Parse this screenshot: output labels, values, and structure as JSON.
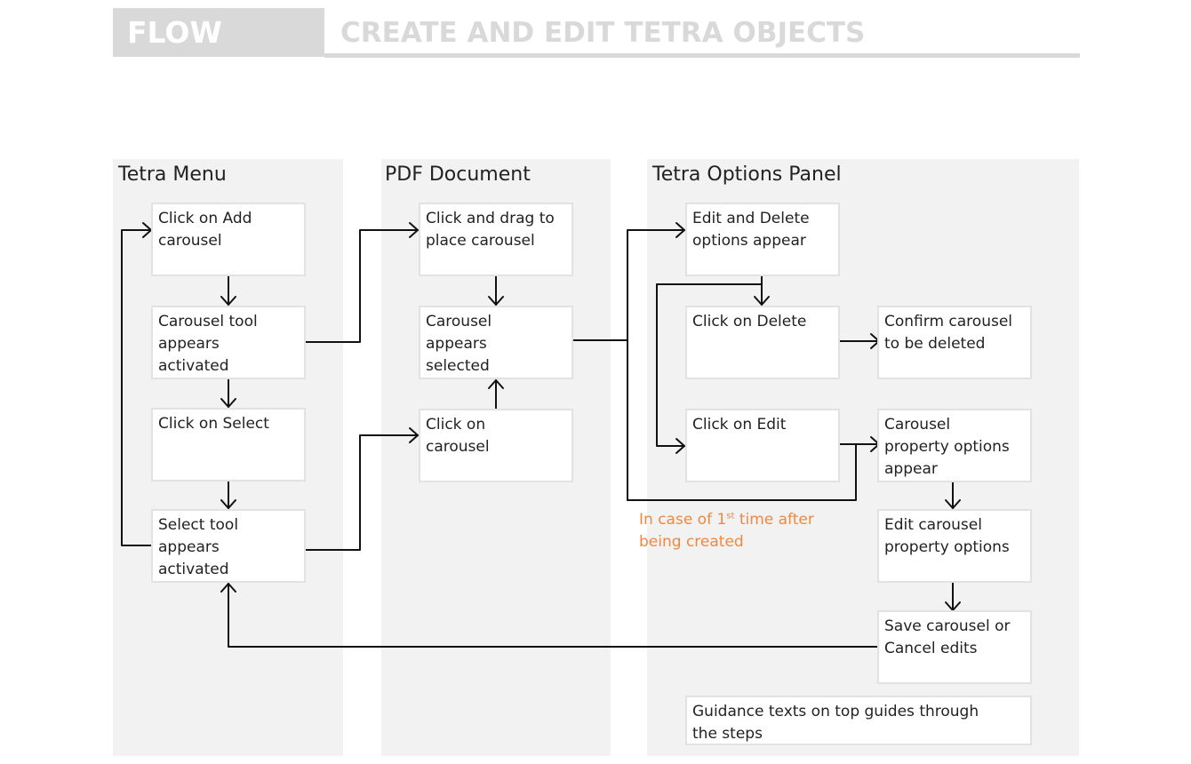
{
  "header": {
    "tag": "FLOW",
    "title": "CREATE AND EDIT TETRA OBJECTS"
  },
  "lanes": {
    "tetra_menu": "Tetra Menu",
    "pdf_document": "PDF Document",
    "tetra_options_panel": "Tetra Options Panel"
  },
  "nodes": {
    "add_carousel": "Click on Add\ncarousel",
    "carousel_tool_activated": "Carousel tool\nappears\nactivated",
    "click_select": "Click on Select",
    "select_tool_activated": "Select tool\nappears\nactivated",
    "drag_place": "Click and drag to\nplace carousel",
    "carousel_selected": "Carousel\nappears\nselected",
    "click_carousel": "Click on\ncarousel",
    "edit_delete_options": "Edit and Delete\noptions appear",
    "click_delete": "Click on Delete",
    "confirm_delete": "Confirm carousel\nto be deleted",
    "click_edit": "Click on Edit",
    "property_options_appear": "Carousel\nproperty options\nappear",
    "edit_property_options": "Edit carousel\nproperty options",
    "save_cancel": "Save carousel or\nCancel edits",
    "guidance": "Guidance texts on top guides through\nthe steps"
  },
  "note": {
    "prefix": "In case of 1",
    "superscript": "st",
    "suffix": " time after being created"
  },
  "colors": {
    "header_gray": "#d9d9d9",
    "lane_bg": "#f2f2f2",
    "node_border": "#e2e2e2",
    "note_orange": "#f0883e",
    "line": "#111111"
  }
}
